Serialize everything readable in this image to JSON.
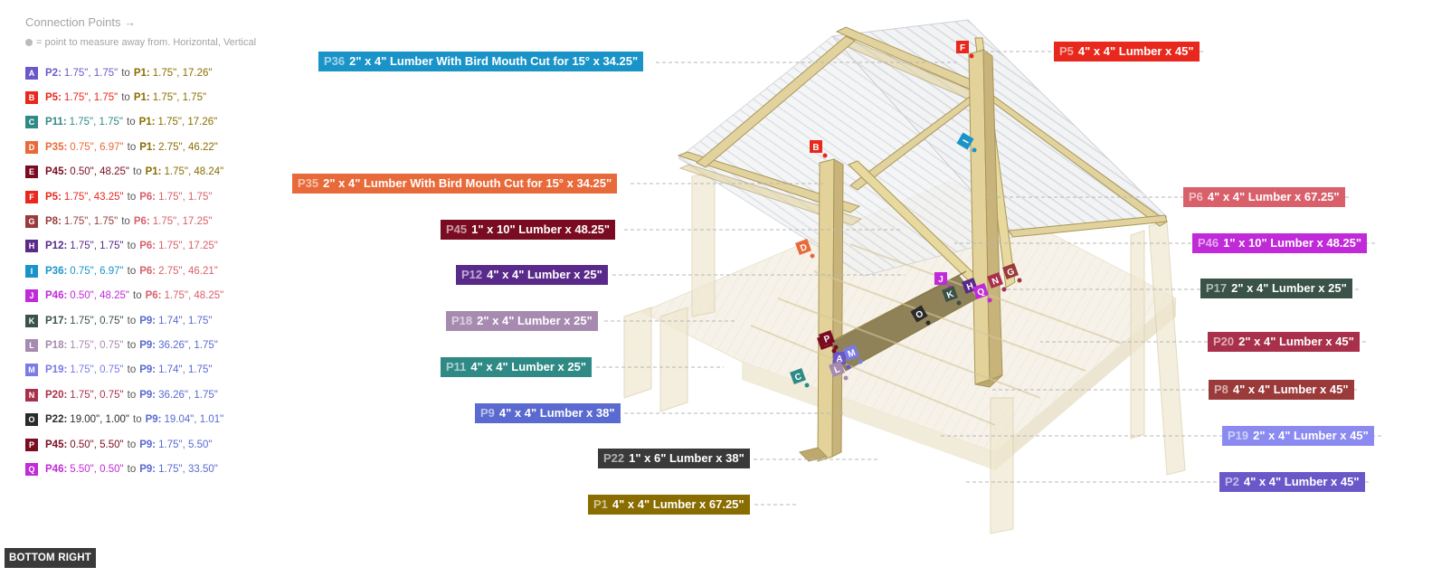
{
  "legend": {
    "title": "Connection Points →",
    "note": "= point to measure away from. Horizontal, Vertical",
    "rows": [
      {
        "letter": "A",
        "color": "#6a58c8",
        "from": "P2:",
        "from_val": "1.75\", 1.75\"",
        "to_part": "P1:",
        "to_val": "1.75\", 17.26\"",
        "to_color": "#8a6d00"
      },
      {
        "letter": "B",
        "color": "#e8281c",
        "from": "P5:",
        "from_val": "1.75\", 1.75\"",
        "to_part": "P1:",
        "to_val": "1.75\", 1.75\"",
        "to_color": "#8a6d00"
      },
      {
        "letter": "C",
        "color": "#2f8a86",
        "from": "P11:",
        "from_val": "1.75\", 1.75\"",
        "to_part": "P1:",
        "to_val": "1.75\", 17.26\"",
        "to_color": "#8a6d00"
      },
      {
        "letter": "D",
        "color": "#e86a3a",
        "from": "P35:",
        "from_val": "0.75\", 6.97\"",
        "to_part": "P1:",
        "to_val": "2.75\", 46.22\"",
        "to_color": "#8a6d00"
      },
      {
        "letter": "E",
        "color": "#7a0c22",
        "from": "P45:",
        "from_val": "0.50\", 48.25\"",
        "to_part": "P1:",
        "to_val": "1.75\", 48.24\"",
        "to_color": "#8a6d00"
      },
      {
        "letter": "F",
        "color": "#e8281c",
        "from": "P5:",
        "from_val": "1.75\", 43.25\"",
        "to_part": "P6:",
        "to_val": "1.75\", 1.75\"",
        "to_color": "#d9606a"
      },
      {
        "letter": "G",
        "color": "#9a3a3a",
        "from": "P8:",
        "from_val": "1.75\", 1.75\"",
        "to_part": "P6:",
        "to_val": "1.75\", 17.25\"",
        "to_color": "#d9606a"
      },
      {
        "letter": "H",
        "color": "#5a2a8a",
        "from": "P12:",
        "from_val": "1.75\", 1.75\"",
        "to_part": "P6:",
        "to_val": "1.75\", 17.25\"",
        "to_color": "#d9606a"
      },
      {
        "letter": "I",
        "color": "#1a94c8",
        "from": "P36:",
        "from_val": "0.75\", 6.97\"",
        "to_part": "P6:",
        "to_val": "2.75\", 46.21\"",
        "to_color": "#d9606a"
      },
      {
        "letter": "J",
        "color": "#c02ad8",
        "from": "P46:",
        "from_val": "0.50\", 48.25\"",
        "to_part": "P6:",
        "to_val": "1.75\", 48.25\"",
        "to_color": "#d9606a"
      },
      {
        "letter": "K",
        "color": "#3a5248",
        "from": "P17:",
        "from_val": "1.75\", 0.75\"",
        "to_part": "P9:",
        "to_val": "1.74\", 1.75\"",
        "to_color": "#5a6ad0"
      },
      {
        "letter": "L",
        "color": "#a78ab0",
        "from": "P18:",
        "from_val": "1.75\", 0.75\"",
        "to_part": "P9:",
        "to_val": "36.26\", 1.75\"",
        "to_color": "#5a6ad0"
      },
      {
        "letter": "M",
        "color": "#7a7ae8",
        "from": "P19:",
        "from_val": "1.75\", 0.75\"",
        "to_part": "P9:",
        "to_val": "1.74\", 1.75\"",
        "to_color": "#5a6ad0"
      },
      {
        "letter": "N",
        "color": "#a8304a",
        "from": "P20:",
        "from_val": "1.75\", 0.75\"",
        "to_part": "P9:",
        "to_val": "36.26\", 1.75\"",
        "to_color": "#5a6ad0"
      },
      {
        "letter": "O",
        "color": "#2a2a2a",
        "from": "P22:",
        "from_val": "19.00\", 1.00\"",
        "to_part": "P9:",
        "to_val": "19.04\", 1.01\"",
        "to_color": "#5a6ad0"
      },
      {
        "letter": "P",
        "color": "#7a0c22",
        "from": "P45:",
        "from_val": "0.50\", 5.50\"",
        "to_part": "P9:",
        "to_val": "1.75\", 5.50\"",
        "to_color": "#5a6ad0"
      },
      {
        "letter": "Q",
        "color": "#c02ad8",
        "from": "P46:",
        "from_val": "5.50\", 0.50\"",
        "to_part": "P9:",
        "to_val": "1.75\", 33.50\"",
        "to_color": "#5a6ad0"
      }
    ]
  },
  "parts": [
    {
      "id": "P36",
      "text": "2\" x 4\" Lumber With Bird Mouth Cut for 15° x 34.25\"",
      "color": "#1a94c8"
    },
    {
      "id": "P5",
      "text": "4\" x 4\" Lumber x 45\"",
      "color": "#e8281c"
    },
    {
      "id": "P35",
      "text": "2\" x 4\" Lumber With Bird Mouth Cut for 15° x 34.25\"",
      "color": "#e86a3a"
    },
    {
      "id": "P6",
      "text": "4\" x 4\" Lumber x 67.25\"",
      "color": "#d9606a"
    },
    {
      "id": "P45",
      "text": "1\" x 10\" Lumber  x 48.25\"",
      "color": "#7a0c22"
    },
    {
      "id": "P46",
      "text": "1\" x 10\" Lumber  x 48.25\"",
      "color": "#c02ad8"
    },
    {
      "id": "P12",
      "text": "4\" x 4\" Lumber x 25\"",
      "color": "#5a2a8a"
    },
    {
      "id": "P17",
      "text": "2\" x 4\" Lumber  x 25\"",
      "color": "#3a5248"
    },
    {
      "id": "P18",
      "text": "2\" x 4\" Lumber  x 25\"",
      "color": "#a78ab0"
    },
    {
      "id": "P20",
      "text": "2\" x 4\" Lumber  x 45\"",
      "color": "#a8304a"
    },
    {
      "id": "P11",
      "text": "4\" x 4\" Lumber x 25\"",
      "color": "#2f8a86"
    },
    {
      "id": "P8",
      "text": "4\" x 4\" Lumber x 45\"",
      "color": "#9a3a3a"
    },
    {
      "id": "P9",
      "text": "4\" x 4\" Lumber x 38\"",
      "color": "#5a6ad0"
    },
    {
      "id": "P19",
      "text": "2\" x 4\" Lumber  x 45\"",
      "color": "#8a8af0"
    },
    {
      "id": "P22",
      "text": "1\" x 6\" Lumber x 38\"",
      "color": "#3a3a3a"
    },
    {
      "id": "P2",
      "text": "4\" x 4\" Lumber x 45\"",
      "color": "#6a58c8"
    },
    {
      "id": "P1",
      "text": "4\" x 4\" Lumber x 67.25\"",
      "color": "#8a6d00"
    }
  ],
  "view_button": "BOTTOM RIGHT"
}
